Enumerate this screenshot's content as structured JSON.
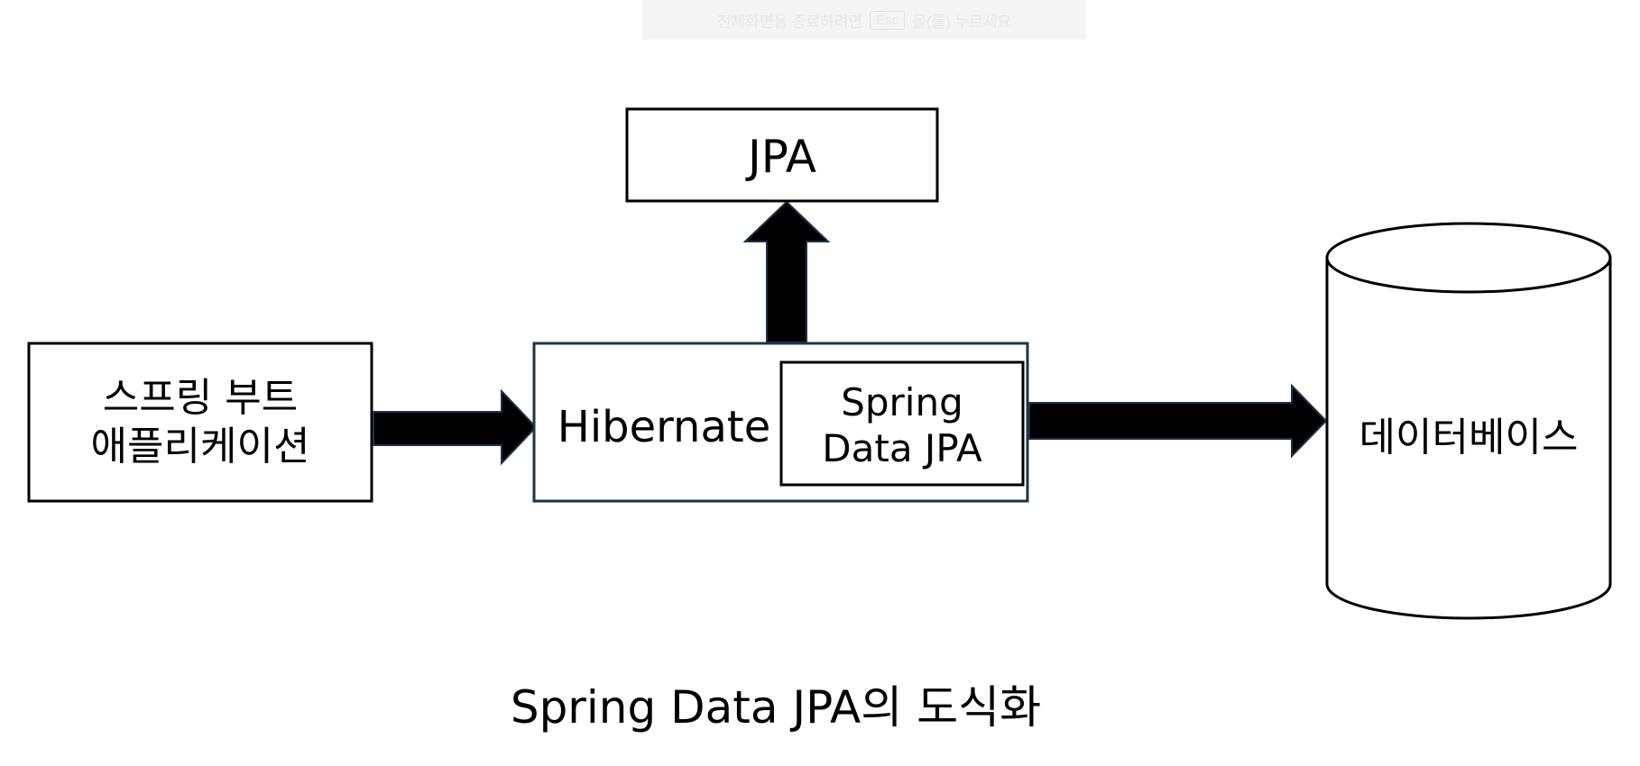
{
  "fullscreen_hint": {
    "before": "전체화면을 종료하려면",
    "key": "Esc",
    "after": "을(를) 누르세요"
  },
  "nodes": {
    "spring_boot_app": {
      "line1": "스프링 부트",
      "line2": "애플리케이션"
    },
    "hibernate": {
      "label": "Hibernate"
    },
    "spring_data_jpa": {
      "line1": "Spring",
      "line2": "Data JPA"
    },
    "jpa": {
      "label": "JPA"
    },
    "database": {
      "label": "데이터베이스"
    }
  },
  "caption": "Spring Data JPA의 도식화",
  "colors": {
    "stroke": "#000000",
    "hibernate_stroke": "#1f3347",
    "arrow_fill": "#000000",
    "background": "#ffffff"
  }
}
